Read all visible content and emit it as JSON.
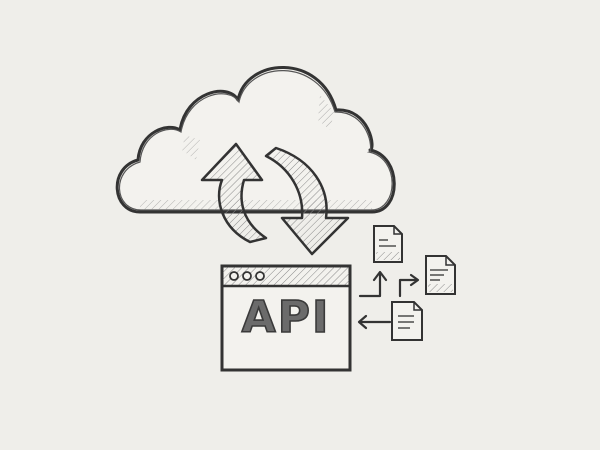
{
  "illustration": {
    "style": "pencil-sketch",
    "background_color": "#efeeea",
    "stroke_color": "#3a3a3a",
    "elements": {
      "cloud": {
        "label": "cloud"
      },
      "sync_arrows": {
        "label": "sync-arrows",
        "directions": [
          "up",
          "down"
        ]
      },
      "api_window": {
        "label": "API",
        "window_dots": 3
      },
      "documents": [
        {
          "id": "doc-top",
          "label": "document"
        },
        {
          "id": "doc-right",
          "label": "document"
        },
        {
          "id": "doc-bottom",
          "label": "document"
        }
      ],
      "flow_arrows": [
        {
          "id": "arrow-to-top-doc",
          "direction": "up-from-api"
        },
        {
          "id": "arrow-to-right-doc",
          "direction": "up-right"
        },
        {
          "id": "arrow-into-api",
          "direction": "left"
        }
      ]
    }
  }
}
